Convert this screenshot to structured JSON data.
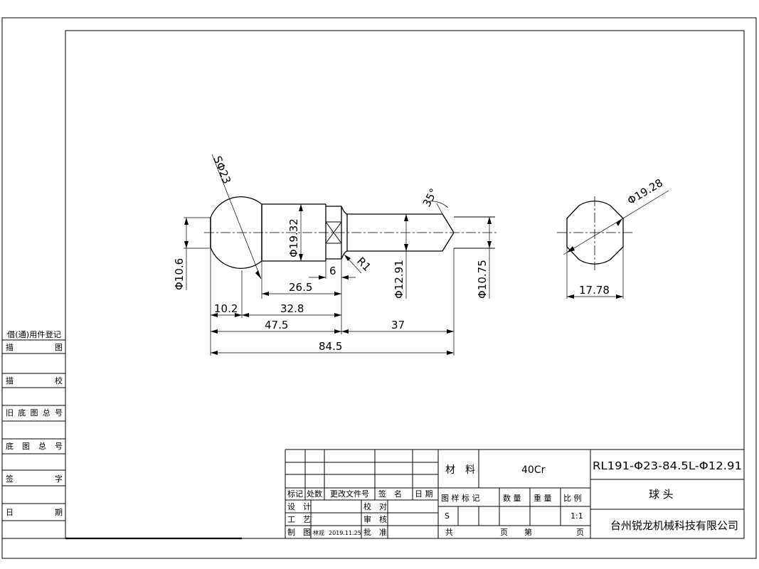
{
  "dimensions": {
    "sphere_dia": "SΦ23",
    "d_10_6": "Φ10.6",
    "d_19_32": "Φ19.32",
    "d_12_91": "Φ12.91",
    "d_10_75": "Φ10.75",
    "d_19_28": "Φ19.28",
    "radius": "R1",
    "angle": "35°",
    "len_6": "6",
    "len_26_5": "26.5",
    "len_32_8": "32.8",
    "len_10_2": "10.2",
    "len_47_5": "47.5",
    "len_37": "37",
    "len_84_5": "84.5",
    "flat_17_78": "17.78"
  },
  "side_panel": {
    "header": "借(通)用件登记",
    "rows": [
      "描　　图",
      "描　　校",
      "旧底图总号",
      "底 图 总 号",
      "签　　字",
      "日　　期"
    ]
  },
  "title_block": {
    "rev_headers": [
      "标记",
      "处数",
      "更改文件号",
      "签　名",
      "日 期"
    ],
    "sign_rows": [
      {
        "left": "设　计",
        "mid": "校　对"
      },
      {
        "left": "工　艺",
        "mid": "审　核"
      },
      {
        "left": "制　图",
        "name": "林观",
        "date": "2019.11.25",
        "mid": "批　准"
      }
    ],
    "material_label": "材　料",
    "material_value": "40Cr",
    "stage_headers": [
      "图 样 标 记",
      "数 量",
      "重 量",
      "比 例"
    ],
    "stage_value": "S",
    "scale_value": "1:1",
    "sheet_total": "共",
    "sheet_page": "页",
    "sheet_no": "第",
    "sheet_page2": "页",
    "part_number": "RL191-Φ23-84.5L-Φ12.91",
    "part_name": "球 头",
    "company": "台州锐龙机械科技有限公司"
  }
}
